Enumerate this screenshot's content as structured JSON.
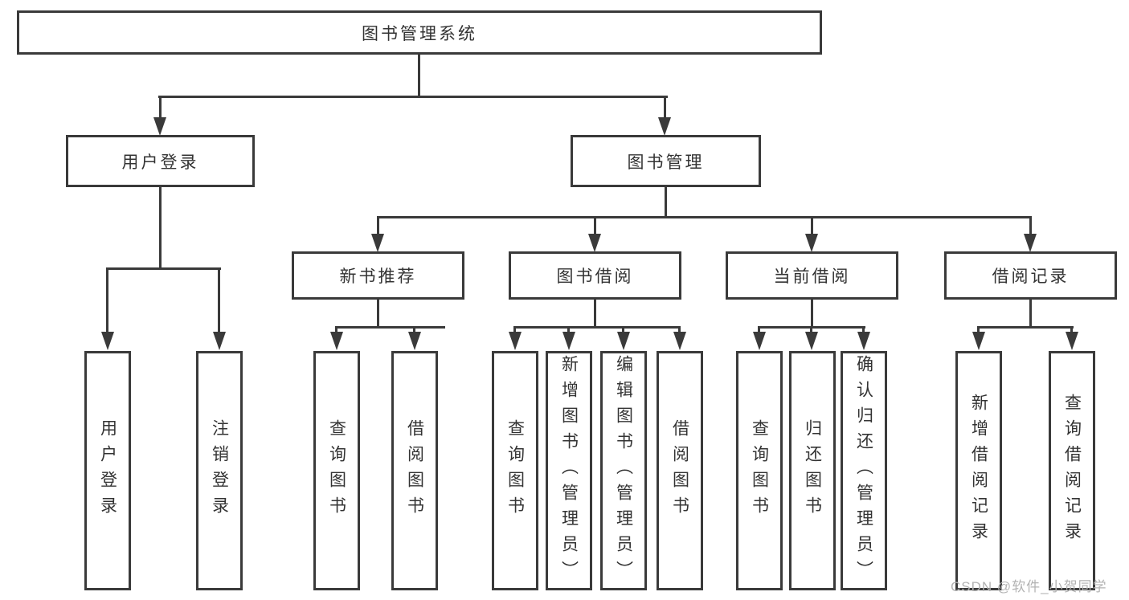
{
  "nodes": {
    "root": {
      "label": "图书管理系统"
    },
    "login": {
      "label": "用户登录"
    },
    "management": {
      "label": "图书管理"
    },
    "newbook": {
      "label": "新书推荐"
    },
    "borrow": {
      "label": "图书借阅"
    },
    "current": {
      "label": "当前借阅"
    },
    "records": {
      "label": "借阅记录"
    },
    "g1_user_login": {
      "label": "用户登录"
    },
    "g1_logout": {
      "label": "注销登录"
    },
    "g2_query": {
      "label": "查询图书"
    },
    "g2_borrow": {
      "label": "借阅图书"
    },
    "g3_query": {
      "label": "查询图书"
    },
    "g3_add": {
      "label": "新增图书（管理员）"
    },
    "g3_edit": {
      "label": "编辑图书（管理员）"
    },
    "g3_borrow": {
      "label": "借阅图书"
    },
    "g4_query": {
      "label": "查询图书"
    },
    "g4_return": {
      "label": "归还图书"
    },
    "g4_confirm": {
      "label": "确认归还（管理员）"
    },
    "g5_add_record": {
      "label": "新增借阅记录"
    },
    "g5_query_record": {
      "label": "查询借阅记录"
    }
  },
  "watermark": {
    "text": "CSDN @软件_小贺同学"
  },
  "colors": {
    "line": "#3a3a3a",
    "text": "#333333",
    "watermark": "#b3b3b3",
    "background": "#ffffff"
  }
}
